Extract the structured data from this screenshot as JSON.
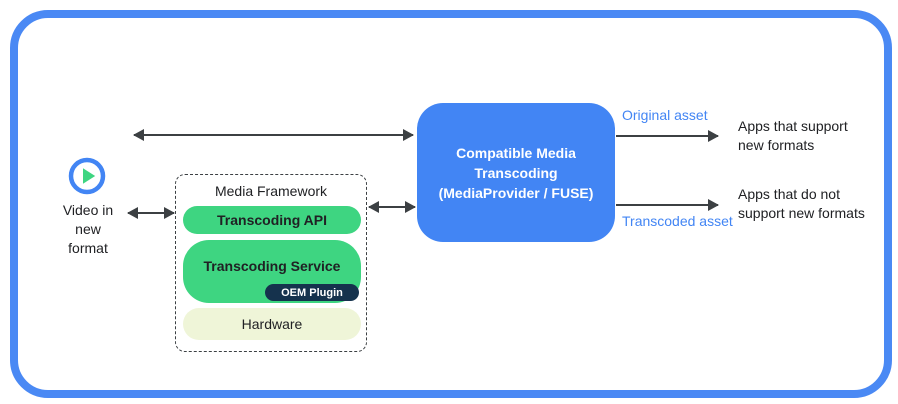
{
  "colors": {
    "frame_blue": "#4a89f4",
    "transcoder_blue": "#4285f4",
    "flow_label_blue": "#4285f4",
    "pill_green": "#3ed581",
    "oem_navy": "#15324d",
    "hardware_cream": "#eff5d8",
    "arrow_gray": "#3c4043"
  },
  "source": {
    "icon": "play-icon",
    "label": "Video in\nnew\nformat"
  },
  "media_framework": {
    "title": "Media Framework",
    "layers": [
      {
        "label": "Transcoding API"
      },
      {
        "label": "Transcoding Service",
        "sub": "OEM Plugin"
      },
      {
        "label": "Hardware"
      }
    ]
  },
  "transcoder": {
    "label": "Compatible Media\nTranscoding\n(MediaProvider / FUSE)"
  },
  "outputs": {
    "original": {
      "flow_label": "Original asset",
      "target": "Apps that support\nnew formats"
    },
    "transcoded": {
      "flow_label": "Transcoded asset",
      "target": "Apps that do not\nsupport new formats"
    }
  }
}
